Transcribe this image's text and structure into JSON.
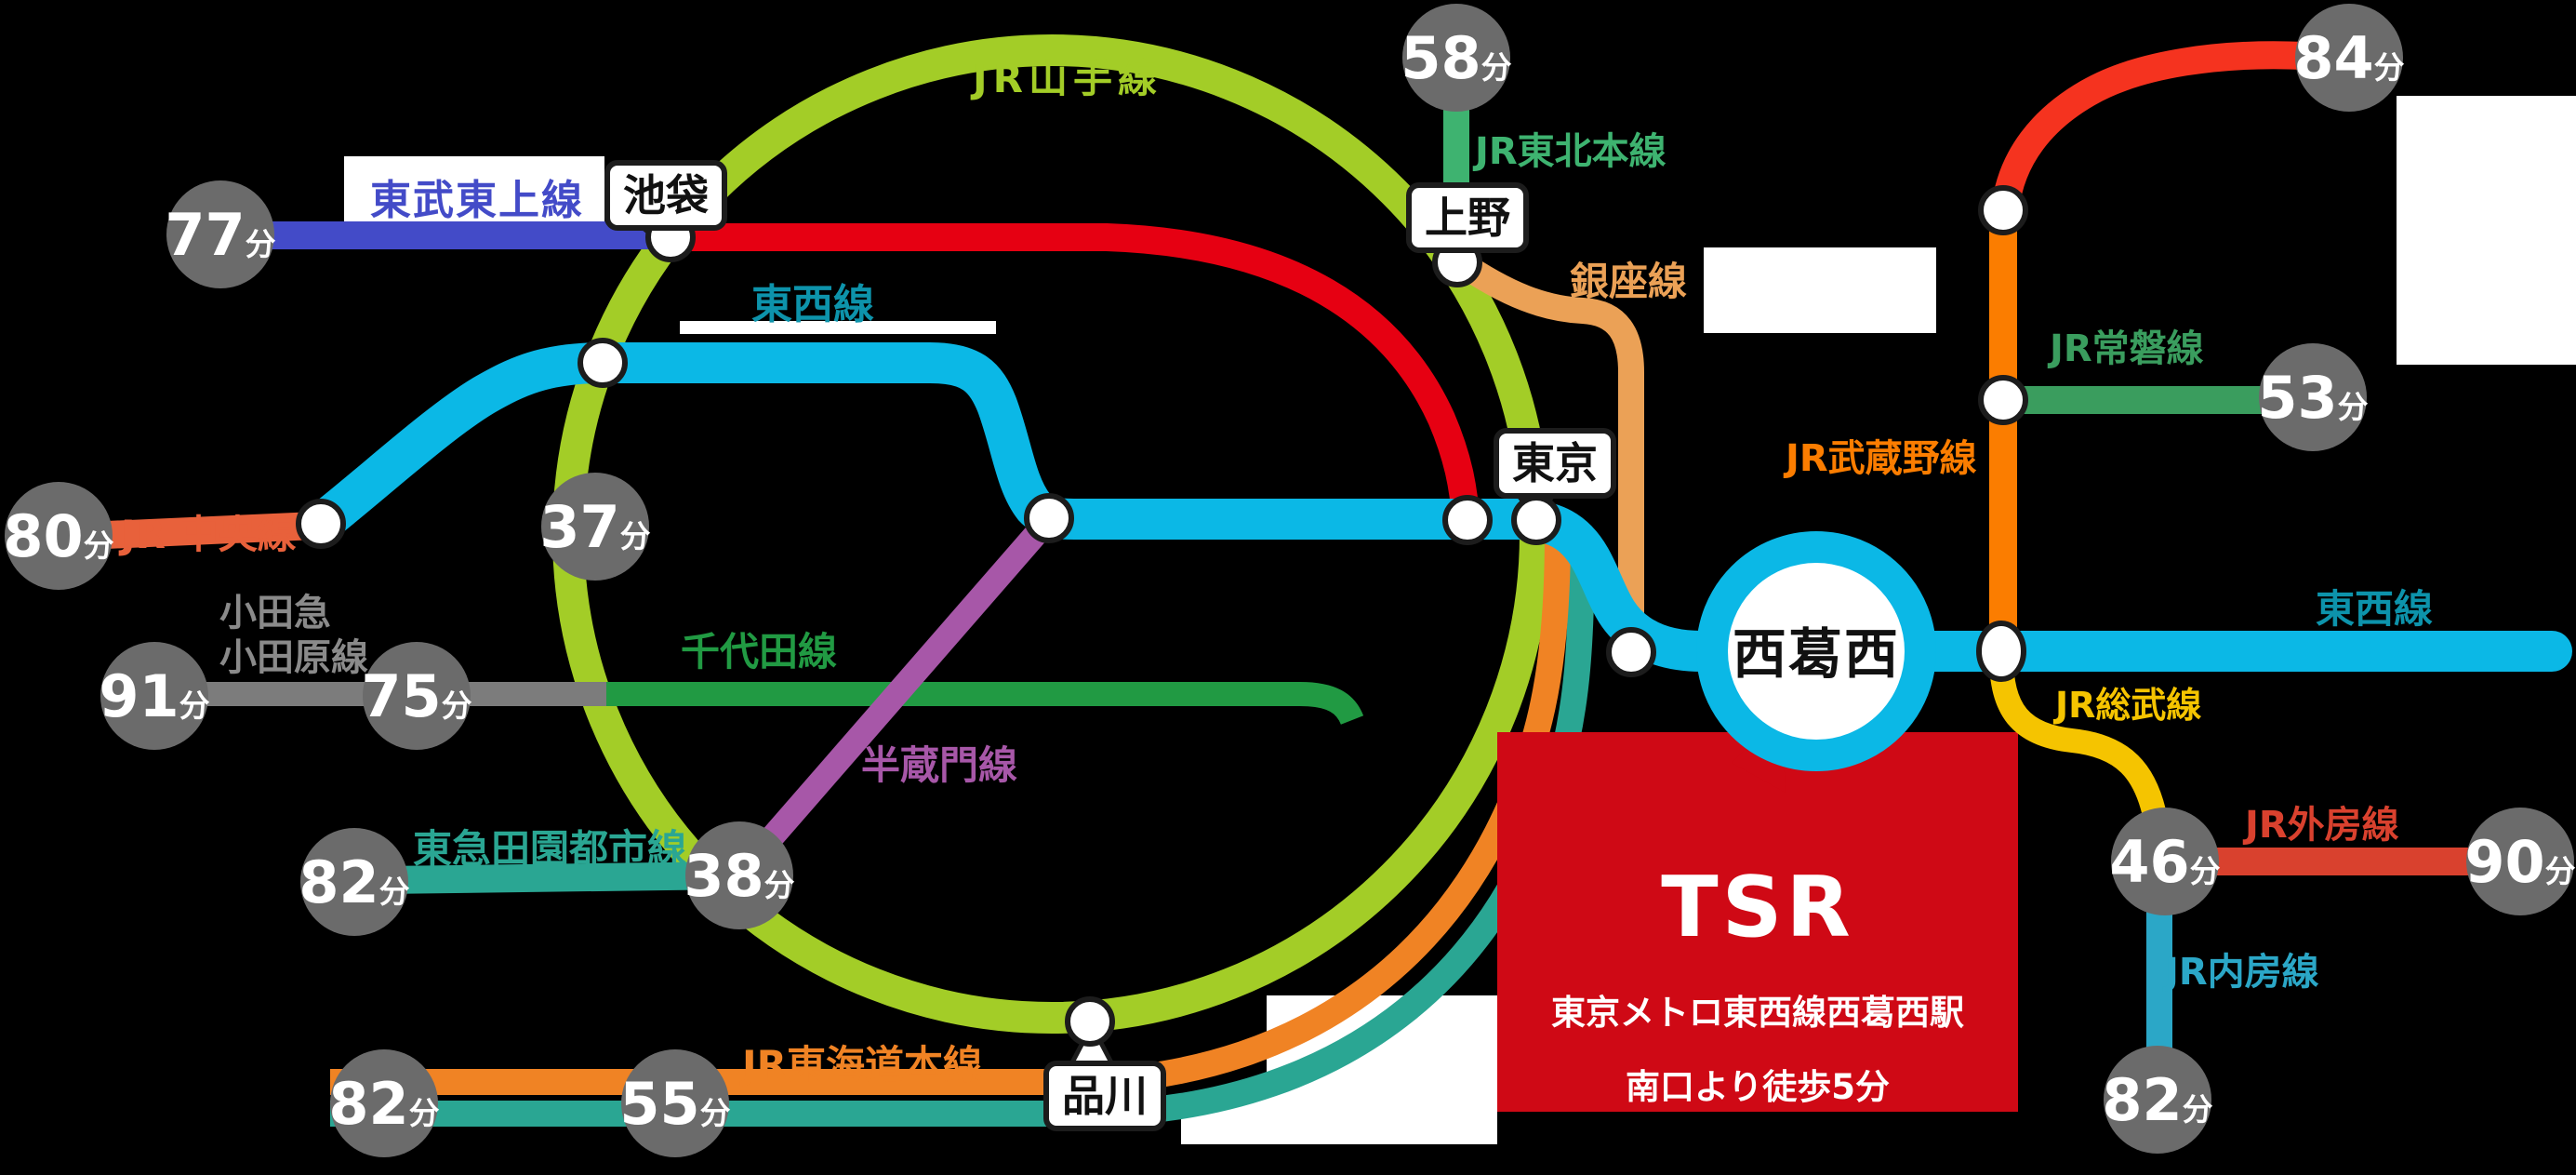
{
  "common": {
    "minutes_suffix": "分"
  },
  "stations": {
    "ikebukuro": "池袋",
    "ueno": "上野",
    "tokyo": "東京",
    "shinagawa": "品川",
    "nishikasai": "西葛西"
  },
  "line_labels": {
    "yamanote": "JR山手線",
    "tobu_tojo": "東武東上線",
    "jr_tohoku": "JR東北本線",
    "ginza": "銀座線",
    "tozai_west": "東西線",
    "tozai_east": "東西線",
    "jr_chuo": "JR 中央線",
    "odakyu_line1": "小田急",
    "odakyu_line2": "小田原線",
    "chiyoda": "千代田線",
    "hanzomon": "半蔵門線",
    "tokyu_denentoshi": "東急田園都市線",
    "jr_tokaido": "JR東海道本線",
    "jr_musashino": "JR武蔵野線",
    "jr_joban": "JR常磐線",
    "jr_sobu": "JR総武線",
    "jr_sotobo": "JR外房線",
    "jr_uchibo": "JR内房線"
  },
  "travel_times": {
    "tobu_tojo": "77",
    "jr_tohoku": "58",
    "upper_right_red_line": "84",
    "yamanote_west": "37",
    "jr_chuo": "80",
    "odakyu_far": "91",
    "odakyu_near": "75",
    "tokyu_denentoshi_far": "82",
    "tokyu_denentoshi_near": "38",
    "jr_tokaido_far": "82",
    "jr_tokaido_near": "55",
    "jr_joban": "53",
    "jr_sobu": "46",
    "jr_sotobo": "90",
    "jr_uchibo": "82"
  },
  "tsr": {
    "name": "TSR",
    "address_line1": "東京メトロ東西線西葛西駅",
    "address_line2": "南口より徒歩5分"
  },
  "colors": {
    "yamanote_green": "#a3cd27",
    "tozai_cyan": "#0bb8e6",
    "tozai_label": "#0d93ab",
    "tobu_blue": "#434bc8",
    "jr_red": "#e60012",
    "chuo_orange": "#e8613b",
    "odakyu_gray": "#8a8a8a",
    "chiyoda_green": "#219a43",
    "hanzomon_purple": "#a757a8",
    "denentoshi_teal": "#2aa693",
    "tokaido_orange": "#f08324",
    "tohoku_green": "#3eb370",
    "ginza_orange": "#eba156",
    "musashino_orange": "#fb7d00",
    "joban_green": "#3a9d5e",
    "sobu_yellow": "#f5c400",
    "sotobo_red": "#d9412e",
    "uchibo_blue": "#2ba7c7",
    "badge_gray": "#6b6b6b",
    "tsr_red": "#cf0915"
  }
}
